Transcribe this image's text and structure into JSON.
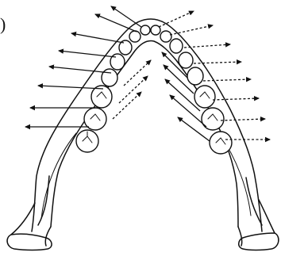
{
  "figure": {
    "panel_marker": ")",
    "subject": "mandibular-arch",
    "colors": {
      "ink": "#111111",
      "paper": "#ffffff"
    },
    "arrow_styles": [
      "solid",
      "dashed"
    ]
  }
}
